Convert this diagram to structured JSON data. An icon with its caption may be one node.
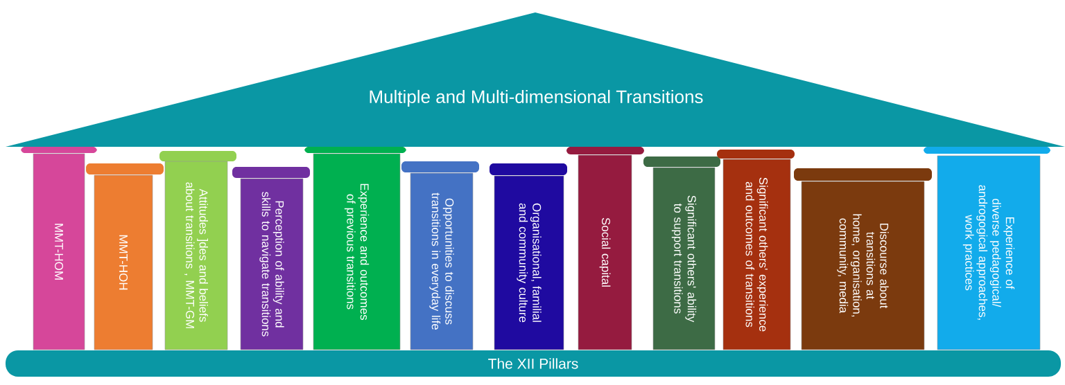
{
  "diagram": {
    "nodes": [
      {
        "text": [
          "Multiple and Multi-dimensional Transitions"
        ]
      },
      {
        "text": [
          "MMT-HOM"
        ]
      },
      {
        "text": [
          "MMT-HOH"
        ]
      },
      {
        "text": [
          "Attitudes ]des and beliefs about transitions , MMT-GM"
        ]
      },
      {
        "text": [
          "Perception of ability and skills to navigate transitions"
        ]
      },
      {
        "text": [
          "Experience and outcomes of previous transitions"
        ]
      },
      {
        "text": [
          "Opportunities to discuss transitions in everyday life"
        ]
      },
      {
        "text": [
          "Organisational, familial and community culture"
        ]
      },
      {
        "text": [
          "Social capital"
        ]
      },
      {
        "text": [
          "Significant others' ability to support transitions"
        ]
      },
      {
        "text": [
          "Significant others' experience and outcomes of transitions"
        ]
      },
      {
        "text": [
          "Discourse about transitions at home, organisation, community, media"
        ]
      },
      {
        "text": [
          "Experience of diverse pedagogical/ androgogical approaches, work practices"
        ]
      },
      {
        "text": [
          "The XII Pillars"
        ]
      }
    ]
  }
}
